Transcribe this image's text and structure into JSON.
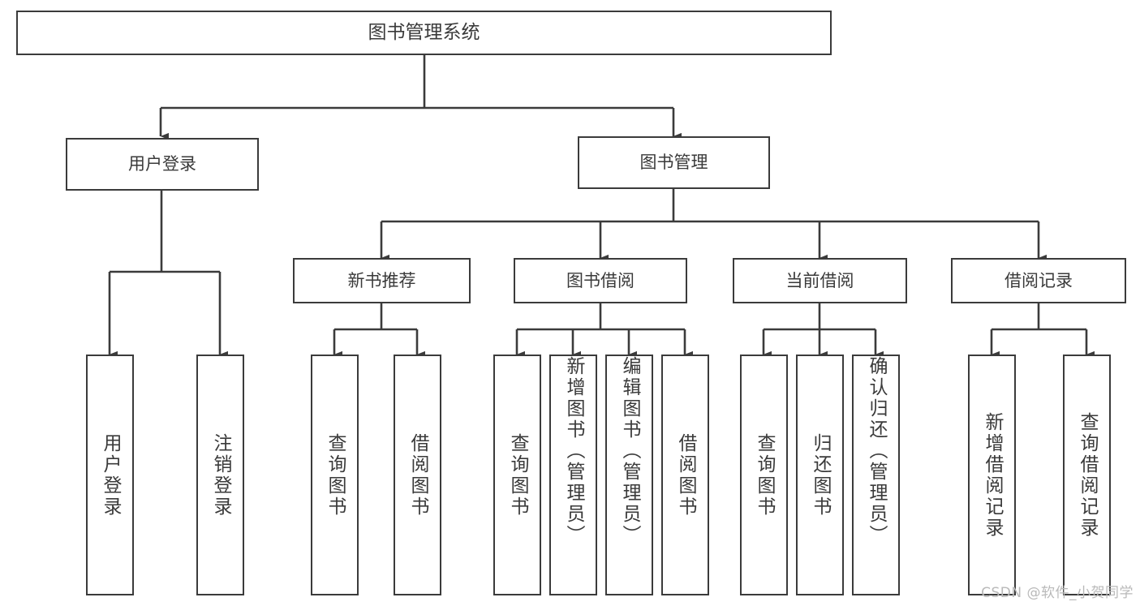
{
  "diagram": {
    "title": "图书管理系统",
    "type": "tree-hierarchy-functional-decomposition",
    "root": {
      "label": "图书管理系统"
    },
    "level1": [
      {
        "label": "用户登录"
      },
      {
        "label": "图书管理"
      }
    ],
    "level2": [
      {
        "label": "新书推荐"
      },
      {
        "label": "图书借阅"
      },
      {
        "label": "当前借阅"
      },
      {
        "label": "借阅记录"
      }
    ],
    "leaves": {
      "user_login": [
        {
          "label": "用户登录"
        },
        {
          "label": "注销登录"
        }
      ],
      "new_book_recommend": [
        {
          "label": "查询图书"
        },
        {
          "label": "借阅图书"
        }
      ],
      "book_borrow": [
        {
          "label": "查询图书"
        },
        {
          "label": "新增图书（管理员）"
        },
        {
          "label": "编辑图书（管理员）"
        },
        {
          "label": "借阅图书"
        }
      ],
      "current_borrow": [
        {
          "label": "查询图书"
        },
        {
          "label": "归还图书"
        },
        {
          "label": "确认归还（管理员）"
        }
      ],
      "borrow_record": [
        {
          "label": "新增借阅记录"
        },
        {
          "label": "查询借阅记录"
        }
      ]
    }
  },
  "watermark": {
    "text": "CSDN @软件_小贺同学"
  },
  "colors": {
    "stroke": "#3b3b3b",
    "text": "#3a3a3a",
    "background": "#ffffff",
    "watermark": "#b9b9b9"
  }
}
